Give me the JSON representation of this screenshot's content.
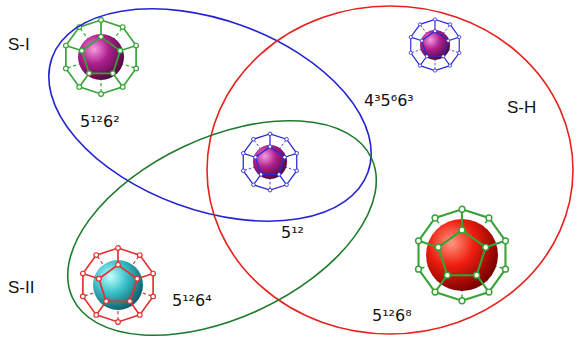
{
  "diagram": {
    "nodes": [
      {
        "text": [
          "S-I"
        ]
      },
      {
        "text": [
          "S-H"
        ]
      },
      {
        "text": [
          "S-II"
        ]
      }
    ],
    "labels": [
      "5¹²6²",
      "4³5⁶6³",
      "5¹²",
      "5¹²6⁴",
      "5¹²6⁸"
    ]
  }
}
